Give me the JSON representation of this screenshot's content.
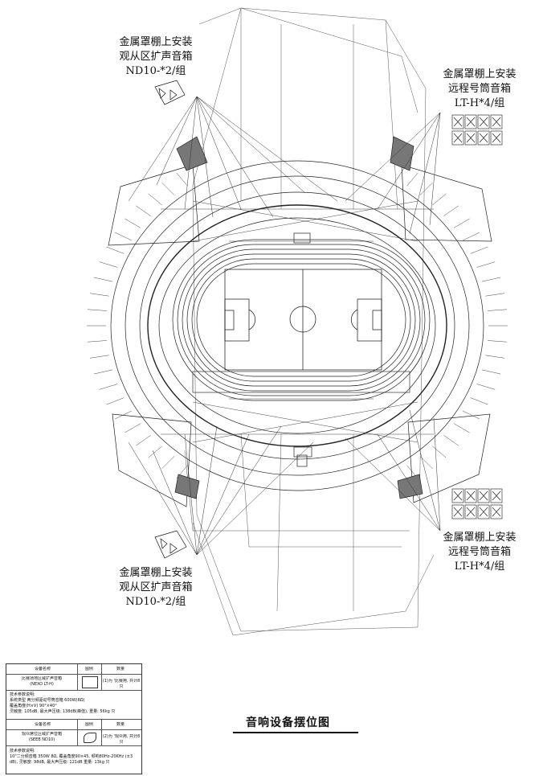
{
  "labels": {
    "top_left": [
      "金属罩棚上安装",
      "观从区扩声音箱",
      "ND10-*2/组"
    ],
    "top_right": [
      "金属罩棚上安装",
      "远程号筒音箱",
      "LT-H*4/组"
    ],
    "bottom_left": [
      "金属罩棚上安装",
      "观从区扩声音箱",
      "ND10-*2/组"
    ],
    "bottom_right": [
      "金属罩棚上安装",
      "远程号筒音箱",
      "LT-H*4/组"
    ]
  },
  "title": "音响设备摆位图",
  "legend": {
    "header": [
      "设备名称",
      "图例",
      "数量"
    ],
    "row1": {
      "name": "比赛场地区域扩声音箱",
      "model": "(NEXO LT-H)",
      "qty": "(1)为 '比赛用, 共计8只"
    },
    "notes1": [
      "技术参数说明:",
      "系统类型  两分频驱动号筒音箱 600W(8Ω)",
      "覆盖角度(H×V) 90°×40°",
      "灵敏度: 105dB, 最大声压级: 138dB(峰值), 重量: 56kg 只"
    ],
    "header2": [
      "设备名称",
      "图例",
      "数量"
    ],
    "row2": {
      "name": "观众席位区域扩声音箱",
      "model": "(SEEB ND10)",
      "qty": "(2)为 '观众用, 共计8只"
    },
    "notes2": [
      "技术参数说明:",
      "10\"二分频音箱 350W 8Ω, 覆盖角度90×45, 频响80Hz-20KHz (±3",
      "dB), 灵敏度: 98dB, 最大声压级: 121dB 重量: 13kg 只"
    ]
  }
}
